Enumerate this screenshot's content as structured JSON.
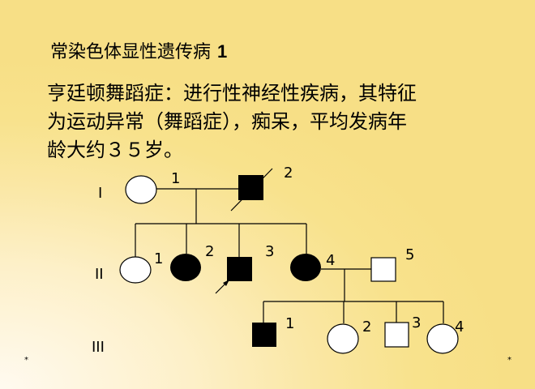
{
  "slide": {
    "title": "常染色体显性遗传病",
    "title_number": "1",
    "description_lines": [
      "亨廷顿舞蹈症：进行性神经性疾病，其特征",
      "为运动异常（舞蹈症），痴呆，平均发病年",
      "龄大约３５岁。"
    ],
    "footer_marks": [
      "*",
      "*"
    ]
  },
  "pedigree": {
    "generations": [
      "I",
      "II",
      "III"
    ],
    "individuals": {
      "I1": {
        "number": "1",
        "sex": "female",
        "affected": false
      },
      "I2": {
        "number": "2",
        "sex": "male",
        "affected": true,
        "deceased": true
      },
      "II1": {
        "number": "1",
        "sex": "female",
        "affected": false
      },
      "II2": {
        "number": "2",
        "sex": "female",
        "affected": true
      },
      "II3": {
        "number": "3",
        "sex": "male",
        "affected": true,
        "proband": true
      },
      "II4": {
        "number": "4",
        "sex": "female",
        "affected": true
      },
      "II5": {
        "number": "5",
        "sex": "male",
        "affected": false
      },
      "III1": {
        "number": "1",
        "sex": "male",
        "affected": true
      },
      "III2": {
        "number": "2",
        "sex": "female",
        "affected": false
      },
      "III3": {
        "number": "3",
        "sex": "male",
        "affected": false
      },
      "III4": {
        "number": "4",
        "sex": "female",
        "affected": false
      }
    }
  }
}
